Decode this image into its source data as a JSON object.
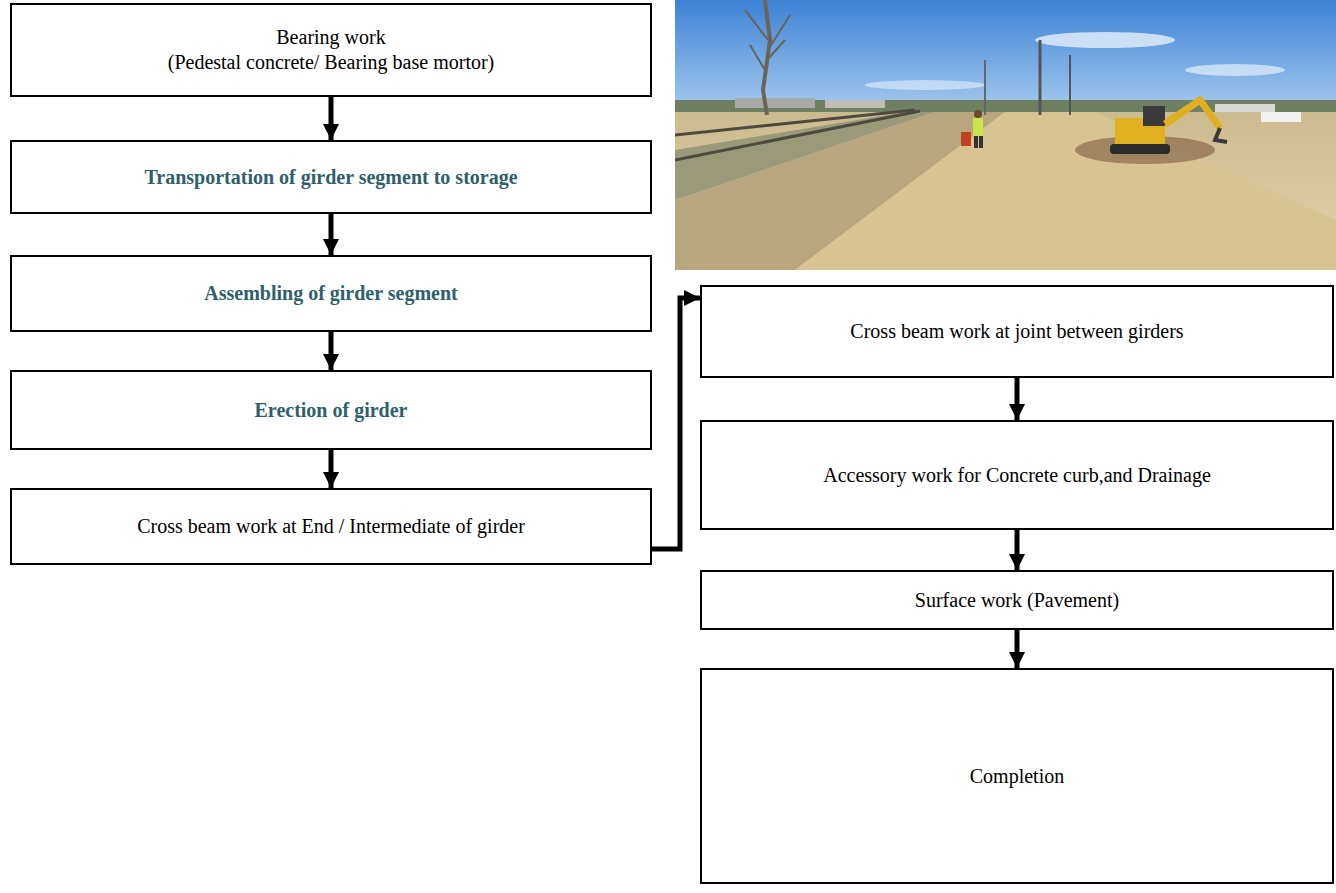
{
  "diagram": {
    "nodes": [
      {
        "text": [
          "Bearing work",
          "(Pedestal concrete/ Bearing base mortor)"
        ]
      },
      {
        "text": [
          "Transportation of girder segment to storage"
        ]
      },
      {
        "text": [
          "Assembling of girder segment"
        ]
      },
      {
        "text": [
          "Erection of girder"
        ]
      },
      {
        "text": [
          "Cross beam work at End / Intermediate of girder"
        ]
      },
      {
        "text": [
          "Cross beam work at joint between girders"
        ]
      },
      {
        "text": [
          "Accessory work for Concrete curb,and Drainage"
        ]
      },
      {
        "text": [
          "Surface work (Pavement)"
        ]
      },
      {
        "text": [
          "Completion"
        ]
      }
    ],
    "edges": [
      {
        "from": 0,
        "to": 1,
        "arrow": "to"
      },
      {
        "from": 1,
        "to": 2,
        "arrow": "to"
      },
      {
        "from": 2,
        "to": 3,
        "arrow": "to"
      },
      {
        "from": 3,
        "to": 4,
        "arrow": "to"
      },
      {
        "from": 4,
        "to": 5,
        "arrow": "to"
      },
      {
        "from": 5,
        "to": 6,
        "arrow": "to"
      },
      {
        "from": 6,
        "to": 7,
        "arrow": "to"
      },
      {
        "from": 7,
        "to": 8,
        "arrow": "to"
      }
    ]
  }
}
